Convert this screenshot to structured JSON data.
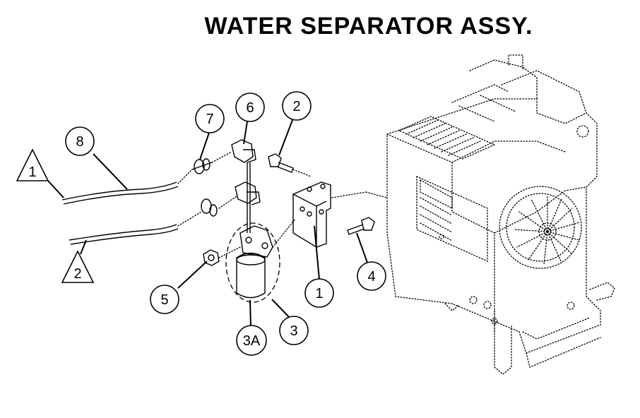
{
  "title": "WATER SEPARATOR ASSY.",
  "callouts": [
    {
      "id": "c1",
      "label": "1"
    },
    {
      "id": "c2",
      "label": "2"
    },
    {
      "id": "c3",
      "label": "3"
    },
    {
      "id": "c3a",
      "label": "3A"
    },
    {
      "id": "c4",
      "label": "4"
    },
    {
      "id": "c5",
      "label": "5"
    },
    {
      "id": "c6",
      "label": "6"
    },
    {
      "id": "c7",
      "label": "7"
    },
    {
      "id": "c8",
      "label": "8"
    }
  ],
  "flags": [
    {
      "id": "f1",
      "label": "1"
    },
    {
      "id": "f2",
      "label": "2"
    }
  ]
}
